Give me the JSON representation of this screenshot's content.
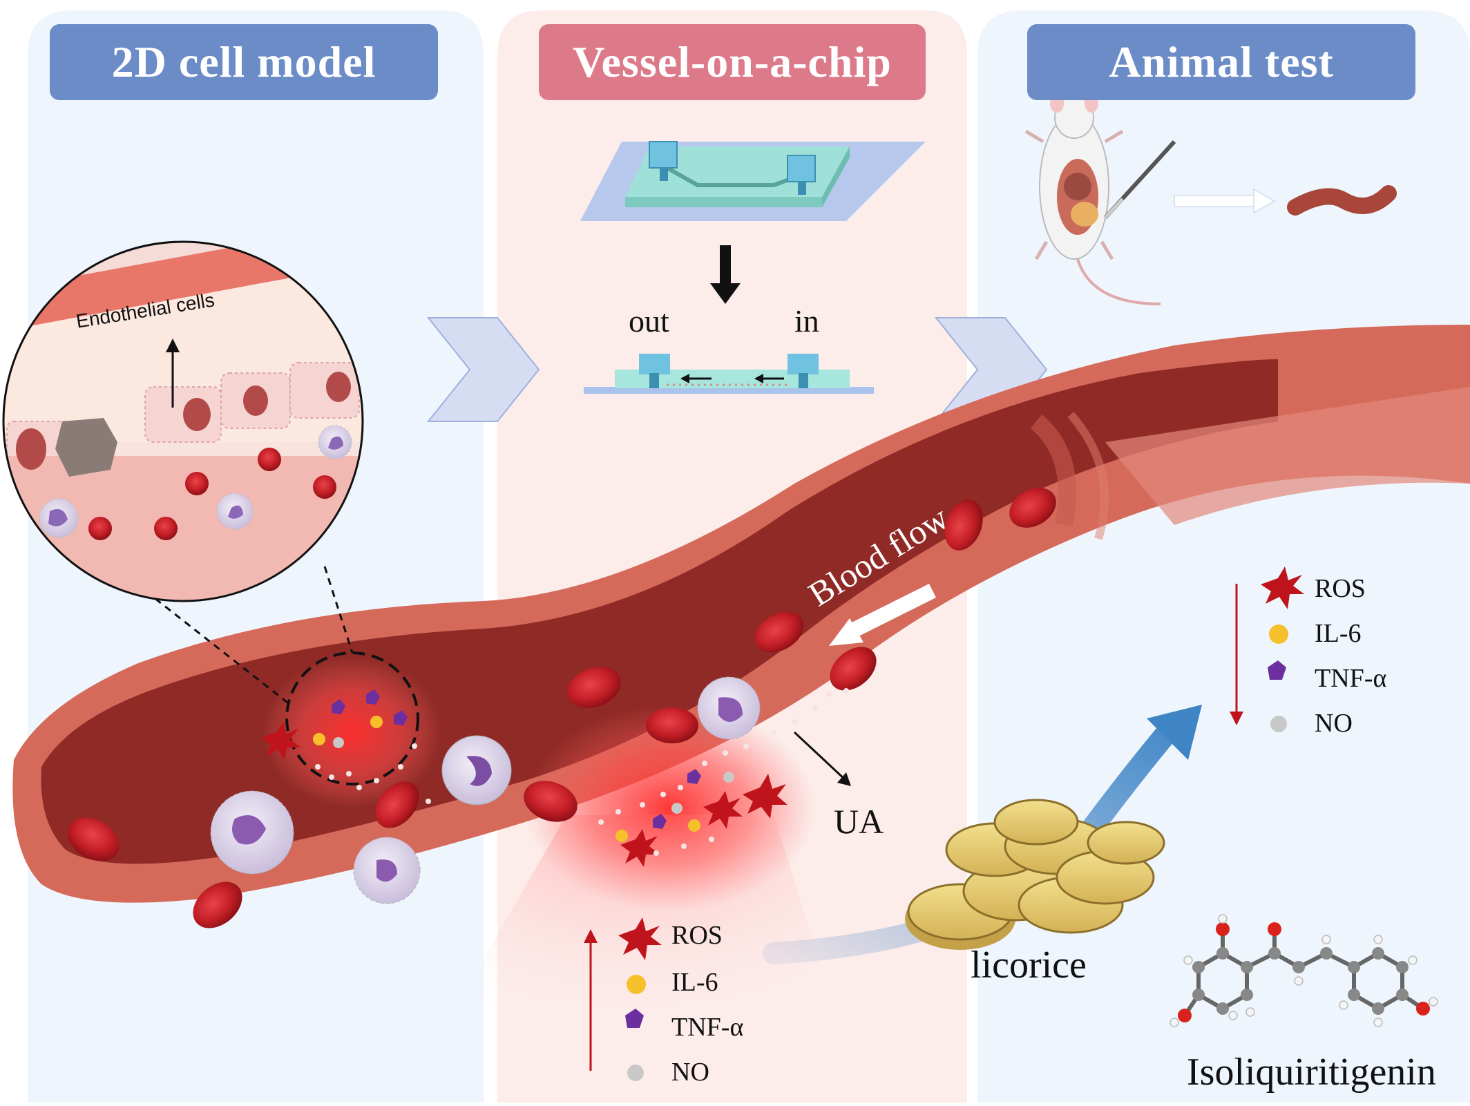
{
  "panels": {
    "cell_model": {
      "title": "2D cell model"
    },
    "vessel_chip": {
      "title": "Vessel-on-a-chip",
      "out_label": "out",
      "in_label": "in"
    },
    "animal_test": {
      "title": "Animal test"
    }
  },
  "zoom_callout": {
    "label": "Endothelial cells"
  },
  "vessel": {
    "flow_label": "Blood flow",
    "uric_acid_label": "UA"
  },
  "legend_increase": {
    "items": [
      {
        "label": "ROS"
      },
      {
        "label": "IL-6"
      },
      {
        "label": "TNF-α"
      },
      {
        "label": "NO"
      }
    ]
  },
  "legend_decrease": {
    "items": [
      {
        "label": "ROS"
      },
      {
        "label": "IL-6"
      },
      {
        "label": "TNF-α"
      },
      {
        "label": "NO"
      }
    ]
  },
  "treatment": {
    "herb_label": "licorice",
    "compound_label": "Isoliquiritigenin"
  },
  "colors": {
    "header_blue": "#6b8cc6",
    "header_pink": "#dd7a8a",
    "panel_blue": "#eef5fd",
    "panel_pink": "#fcecea",
    "vessel_outer": "#cf5a4c",
    "vessel_inner": "#8e2a27",
    "rbc": "#c8232a",
    "ros": "#c0141c",
    "il6": "#f6c02a",
    "tnf": "#6c2fa0",
    "no": "#c8c8c8",
    "arrow_up": "#c0141c",
    "arrow_down": "#c0141c"
  }
}
